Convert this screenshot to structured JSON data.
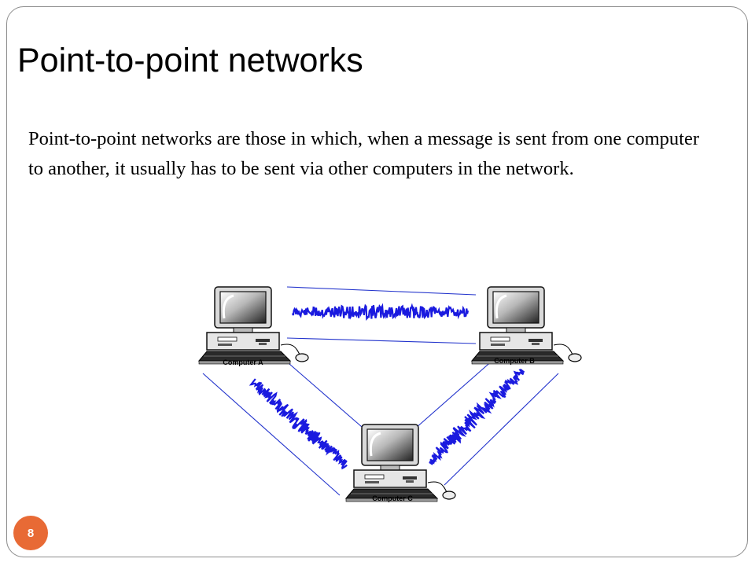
{
  "slide": {
    "title": "Point-to-point networks",
    "body": "Point-to-point networks are those in which, when a message is sent from one computer to another, it usually has to be sent via other computers in the network.",
    "page_number": "8"
  },
  "diagram": {
    "nodes": [
      {
        "id": "a",
        "label": "Computer A"
      },
      {
        "id": "b",
        "label": "Computer B"
      },
      {
        "id": "c",
        "label": "Computer C"
      }
    ],
    "links": [
      {
        "from": "a",
        "to": "b"
      },
      {
        "from": "a",
        "to": "c"
      },
      {
        "from": "b",
        "to": "c"
      }
    ],
    "colors": {
      "signal": "#1a1adf",
      "wire": "#2233cc"
    }
  }
}
